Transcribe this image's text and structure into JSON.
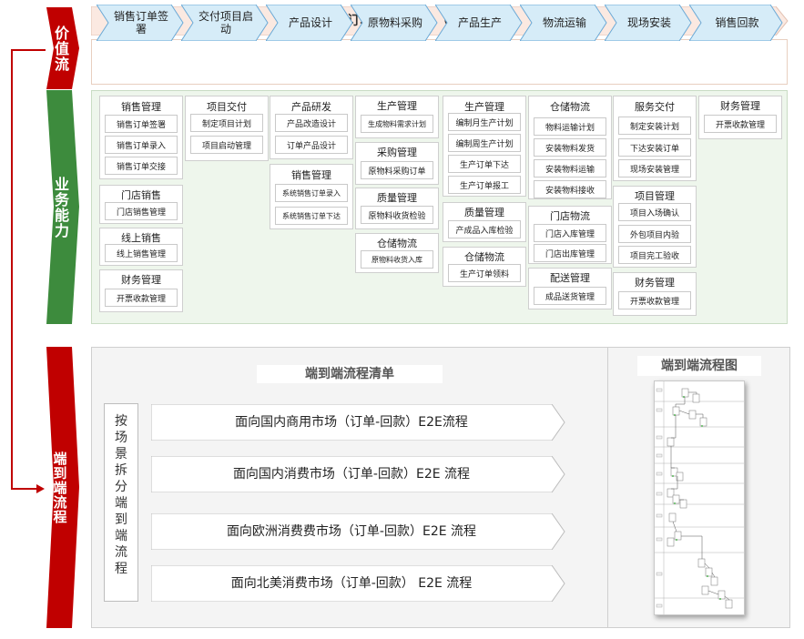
{
  "sections": {
    "value": "价值流",
    "capability": "业务能力",
    "e2e": "端到端流程"
  },
  "value_stream": {
    "title": "订单交付 OTC （订单-回款）",
    "steps": [
      "销售订单签署",
      "交付项目启动",
      "产品设计",
      "原物料采购",
      "产品生产",
      "物流运输",
      "现场安装",
      "销售回款"
    ]
  },
  "capabilities": {
    "col1": {
      "g1": {
        "title": "销售管理",
        "items": [
          "销售订单签署",
          "销售订单录入",
          "销售订单交接"
        ]
      },
      "g2": {
        "title": "门店销售",
        "items": [
          "门店销售管理"
        ]
      },
      "g3": {
        "title": "线上销售",
        "items": [
          "线上销售管理"
        ]
      },
      "g4": {
        "title": "财务管理",
        "items": [
          "开票收款管理"
        ]
      }
    },
    "col2": {
      "g1": {
        "title": "项目交付",
        "items": [
          "制定项目计划",
          "项目启动管理"
        ]
      }
    },
    "col3": {
      "g1": {
        "title": "产品研发",
        "items": [
          "产品改造设计",
          "订单产品设计"
        ]
      },
      "g2": {
        "title": "销售管理",
        "items": [
          "系统销售订单录入",
          "系统销售订单下达"
        ]
      }
    },
    "col4": {
      "g1": {
        "title": "生产管理",
        "items": [
          "生成物料需求计划"
        ]
      },
      "g2": {
        "title": "采购管理",
        "items": [
          "原物料采购订单"
        ]
      },
      "g3": {
        "title": "质量管理",
        "items": [
          "原物料收货检验"
        ]
      },
      "g4": {
        "title": "仓储物流",
        "items": [
          "原物料收货入库"
        ]
      }
    },
    "col5": {
      "g1": {
        "title": "生产管理",
        "items": [
          "编制月生产计划",
          "编制周生产计划",
          "生产订单下达",
          "生产订单报工"
        ]
      },
      "g2": {
        "title": "质量管理",
        "items": [
          "产成品入库检验"
        ]
      },
      "g3": {
        "title": "仓储物流",
        "items": [
          "生产订单领料"
        ]
      }
    },
    "col6": {
      "g1": {
        "title": "仓储物流",
        "items": [
          "物料运输计划",
          "安装物料发货",
          "安装物料运输",
          "安装物料接收"
        ]
      },
      "g2": {
        "title": "门店物流",
        "items": [
          "门店入库管理",
          "门店出库管理"
        ]
      },
      "g3": {
        "title": "配送管理",
        "items": [
          "成品送货管理"
        ]
      }
    },
    "col7": {
      "g1": {
        "title": "服务交付",
        "items": [
          "制定安装计划",
          "下达安装订单",
          "现场安装管理"
        ]
      },
      "g2": {
        "title": "项目管理",
        "items": [
          "项目入场确认",
          "外包项目内验",
          "项目完工验收"
        ]
      },
      "g3": {
        "title": "财务管理",
        "items": [
          "开票收款管理"
        ]
      }
    },
    "col8": {
      "g1": {
        "title": "财务管理",
        "items": [
          "开票收款管理"
        ]
      }
    }
  },
  "e2e": {
    "list_title": "端到端流程清单",
    "map_title": "端到端流程图",
    "scenario_label": "按场景拆分端到端流程",
    "flows": [
      "面向国内商用市场（订单-回款）E2E流程",
      "面向国内消费市场（订单-回款）E2E 流程",
      "面向欧洲消费费市场（订单-回款）E2E 流程",
      "面向北美消费市场（订单-回款） E2E 流程"
    ]
  },
  "colors": {
    "value_red": "#c00000",
    "capability_green": "#3d8b3d",
    "process_blue": "#d6ecf8",
    "connector_red": "#c00000"
  }
}
